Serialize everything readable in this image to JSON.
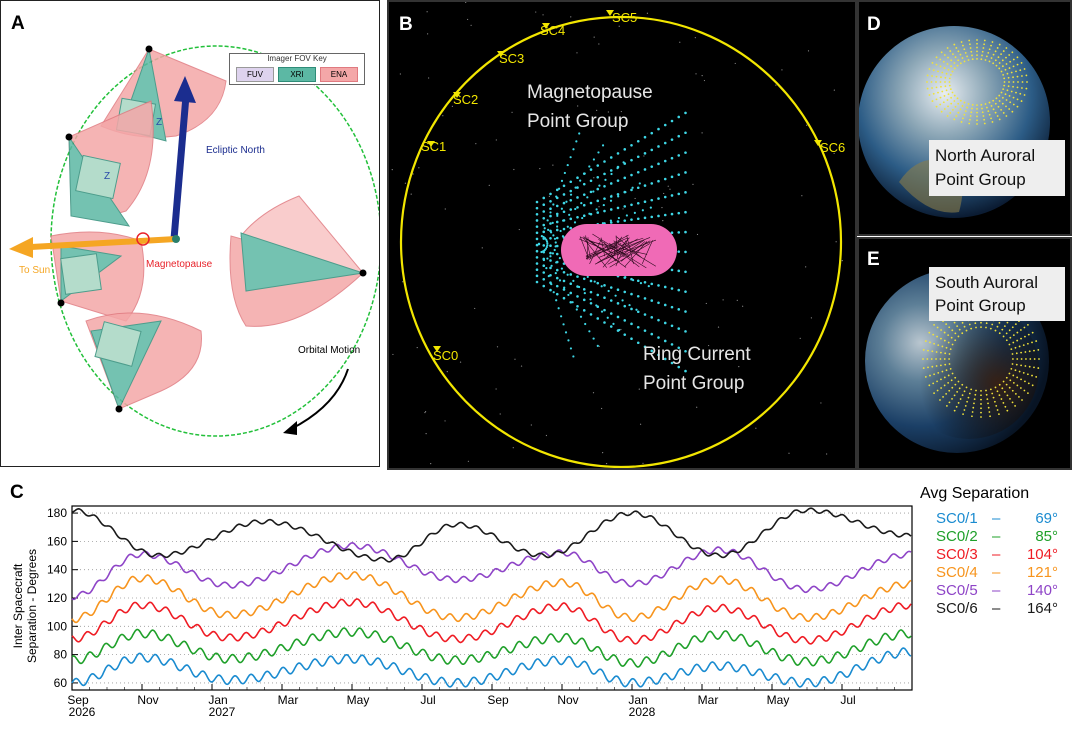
{
  "panels": {
    "a": {
      "letter": "A",
      "legend_title": "Imager FOV Key",
      "legend": [
        {
          "label": "FUV",
          "color": "#ded3ee"
        },
        {
          "label": "XRI",
          "color": "#5cb8a4"
        },
        {
          "label": "ENA",
          "color": "#f4a7a8"
        }
      ],
      "ecliptic_label": "Ecliptic North",
      "sun_label": "To Sun",
      "magnetopause_label": "Magnetopause",
      "orbital_label": "Orbital Motion",
      "z_label": "Z"
    },
    "b": {
      "letter": "B",
      "spacecraft": [
        "SC0",
        "SC1",
        "SC2",
        "SC3",
        "SC4",
        "SC5",
        "SC6"
      ],
      "magnetopause_line1": "Magnetopause",
      "magnetopause_line2": "Point Group",
      "ring_line1": "Ring Current",
      "ring_line2": "Point Group"
    },
    "d": {
      "letter": "D",
      "label_line1": "North Auroral",
      "label_line2": "Point Group"
    },
    "e": {
      "letter": "E",
      "label_line1": "South Auroral",
      "label_line2": "Point Group"
    },
    "c": {
      "letter": "C"
    }
  },
  "colors": {
    "orbit_yellow": "#f2e600",
    "cyan": "#3ed7e6",
    "pink": "#f06ab6",
    "space": "#000000"
  },
  "chart_data": {
    "type": "line",
    "ylabel_line1": "Inter Spacecraft",
    "ylabel_line2": "Separation - Degrees",
    "ylim": [
      55,
      185
    ],
    "yticks": [
      60,
      80,
      100,
      120,
      140,
      160,
      180
    ],
    "xlim_months": [
      0,
      24
    ],
    "xticks": [
      {
        "m": 0,
        "label": "Sep",
        "year": "2026"
      },
      {
        "m": 2,
        "label": "Nov",
        "year": ""
      },
      {
        "m": 4,
        "label": "Jan",
        "year": "2027"
      },
      {
        "m": 6,
        "label": "Mar",
        "year": ""
      },
      {
        "m": 8,
        "label": "May",
        "year": ""
      },
      {
        "m": 10,
        "label": "Jul",
        "year": ""
      },
      {
        "m": 12,
        "label": "Sep",
        "year": ""
      },
      {
        "m": 14,
        "label": "Nov",
        "year": ""
      },
      {
        "m": 16,
        "label": "Jan",
        "year": "2028"
      },
      {
        "m": 18,
        "label": "Mar",
        "year": ""
      },
      {
        "m": 20,
        "label": "May",
        "year": ""
      },
      {
        "m": 22,
        "label": "Jul",
        "year": ""
      }
    ],
    "legend_title": "Avg Separation",
    "series": [
      {
        "name": "SC0/1",
        "avg": "69°",
        "color": "#1a8bd0",
        "base": 69,
        "amp": 7,
        "osc": 3,
        "points": [
          [
            0,
            60
          ],
          [
            2,
            78
          ],
          [
            4.5,
            62
          ],
          [
            8,
            77
          ],
          [
            11,
            60
          ],
          [
            14,
            76
          ],
          [
            16,
            60
          ],
          [
            18.5,
            72
          ],
          [
            21,
            60
          ],
          [
            24,
            82
          ]
        ]
      },
      {
        "name": "SC0/2",
        "avg": "85°",
        "color": "#1fa02a",
        "base": 85,
        "amp": 9,
        "osc": 3,
        "points": [
          [
            0,
            76
          ],
          [
            2,
            95
          ],
          [
            4.5,
            77
          ],
          [
            8,
            96
          ],
          [
            11,
            76
          ],
          [
            14,
            92
          ],
          [
            16,
            74
          ],
          [
            18.5,
            94
          ],
          [
            21,
            75
          ],
          [
            24,
            95
          ]
        ]
      },
      {
        "name": "SC0/3",
        "avg": "104°",
        "color": "#ef1c24",
        "base": 104,
        "amp": 11,
        "osc": 2.5,
        "points": [
          [
            0,
            91
          ],
          [
            2,
            115
          ],
          [
            4.5,
            92
          ],
          [
            8,
            117
          ],
          [
            11,
            91
          ],
          [
            14,
            114
          ],
          [
            16,
            90
          ],
          [
            18.5,
            113
          ],
          [
            21,
            90
          ],
          [
            24,
            115
          ]
        ]
      },
      {
        "name": "SC0/4",
        "avg": "121°",
        "color": "#f7941d",
        "base": 121,
        "amp": 14,
        "osc": 2.5,
        "points": [
          [
            0,
            105
          ],
          [
            2,
            134
          ],
          [
            4.5,
            108
          ],
          [
            8,
            136
          ],
          [
            11,
            106
          ],
          [
            14,
            131
          ],
          [
            16,
            106
          ],
          [
            18.5,
            133
          ],
          [
            21,
            106
          ],
          [
            24,
            130
          ]
        ]
      },
      {
        "name": "SC0/5",
        "avg": "140°",
        "color": "#8e44c7",
        "base": 140,
        "amp": 12,
        "osc": 2,
        "points": [
          [
            0,
            121
          ],
          [
            2,
            151
          ],
          [
            4.5,
            129
          ],
          [
            8,
            157
          ],
          [
            11,
            133
          ],
          [
            14,
            152
          ],
          [
            16,
            130
          ],
          [
            18.5,
            154
          ],
          [
            21,
            126
          ],
          [
            24,
            151
          ]
        ]
      },
      {
        "name": "SC0/6",
        "avg": "164°",
        "color": "#1a1a1a",
        "base": 164,
        "amp": 14,
        "osc": 1.5,
        "points": [
          [
            0,
            182
          ],
          [
            2.5,
            150
          ],
          [
            5.5,
            174
          ],
          [
            9,
            147
          ],
          [
            11,
            172
          ],
          [
            13.5,
            150
          ],
          [
            16,
            180
          ],
          [
            18.5,
            150
          ],
          [
            21,
            182
          ],
          [
            24,
            164
          ]
        ]
      }
    ]
  }
}
